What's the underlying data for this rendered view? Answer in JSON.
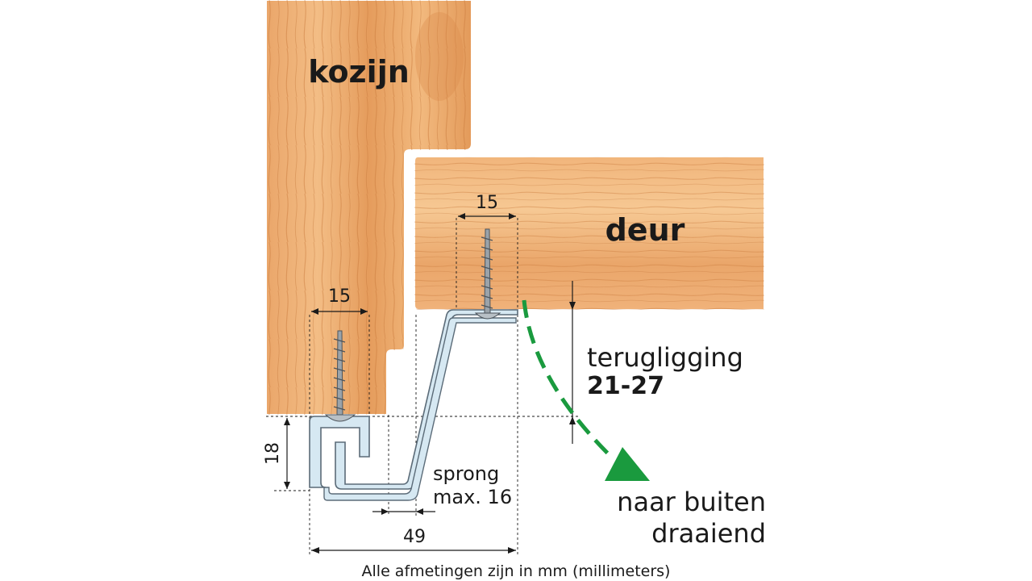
{
  "labels": {
    "frame": "kozijn",
    "door": "deur",
    "setback_title": "terugligging",
    "setback_value": "21-27",
    "step_line1": "sprong",
    "step_line2": "max. 16",
    "direction_line1": "naar buiten",
    "direction_line2": "draaiend",
    "footer": "Alle afmetingen zijn in mm (millimeters)"
  },
  "dimensions": {
    "frame_screw_spacing": "15",
    "door_screw_spacing": "15",
    "profile_height": "18",
    "total_width": "49"
  },
  "colors": {
    "wood_light": "#f0b47a",
    "wood_dark": "#d98a4a",
    "profile_fill": "#d6e8f2",
    "profile_stroke": "#5b6b78",
    "arrow_green": "#1a9a3e"
  }
}
